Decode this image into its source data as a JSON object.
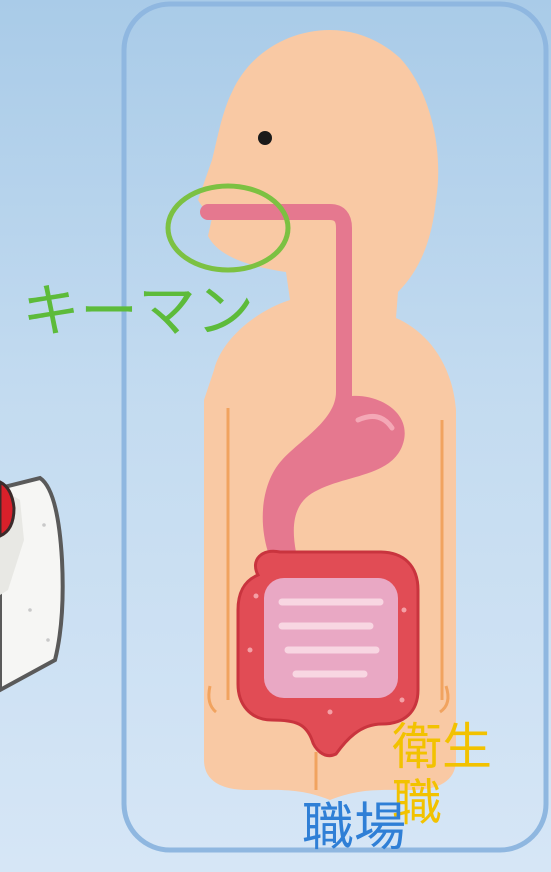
{
  "colors": {
    "background_top": "#a9cbe8",
    "frame_border": "#8fb7e0",
    "skin": "#f9c9a4",
    "digestive_tract": "#e5788f",
    "intestine": "#e14c55",
    "highlight_circle": "#7cc142",
    "keyman_text": "#5dbb3a",
    "hygiene_text": "#f2c200",
    "workplace_text": "#2f7fd6"
  },
  "icons": [
    "human-body-digestive-illustration",
    "mouth-highlight-circle",
    "mask-illustration-fragment"
  ],
  "labels": {
    "keyman": "キーマン",
    "hygiene_line1": "衛生",
    "hygiene_line2": "職",
    "workplace": "職場"
  }
}
